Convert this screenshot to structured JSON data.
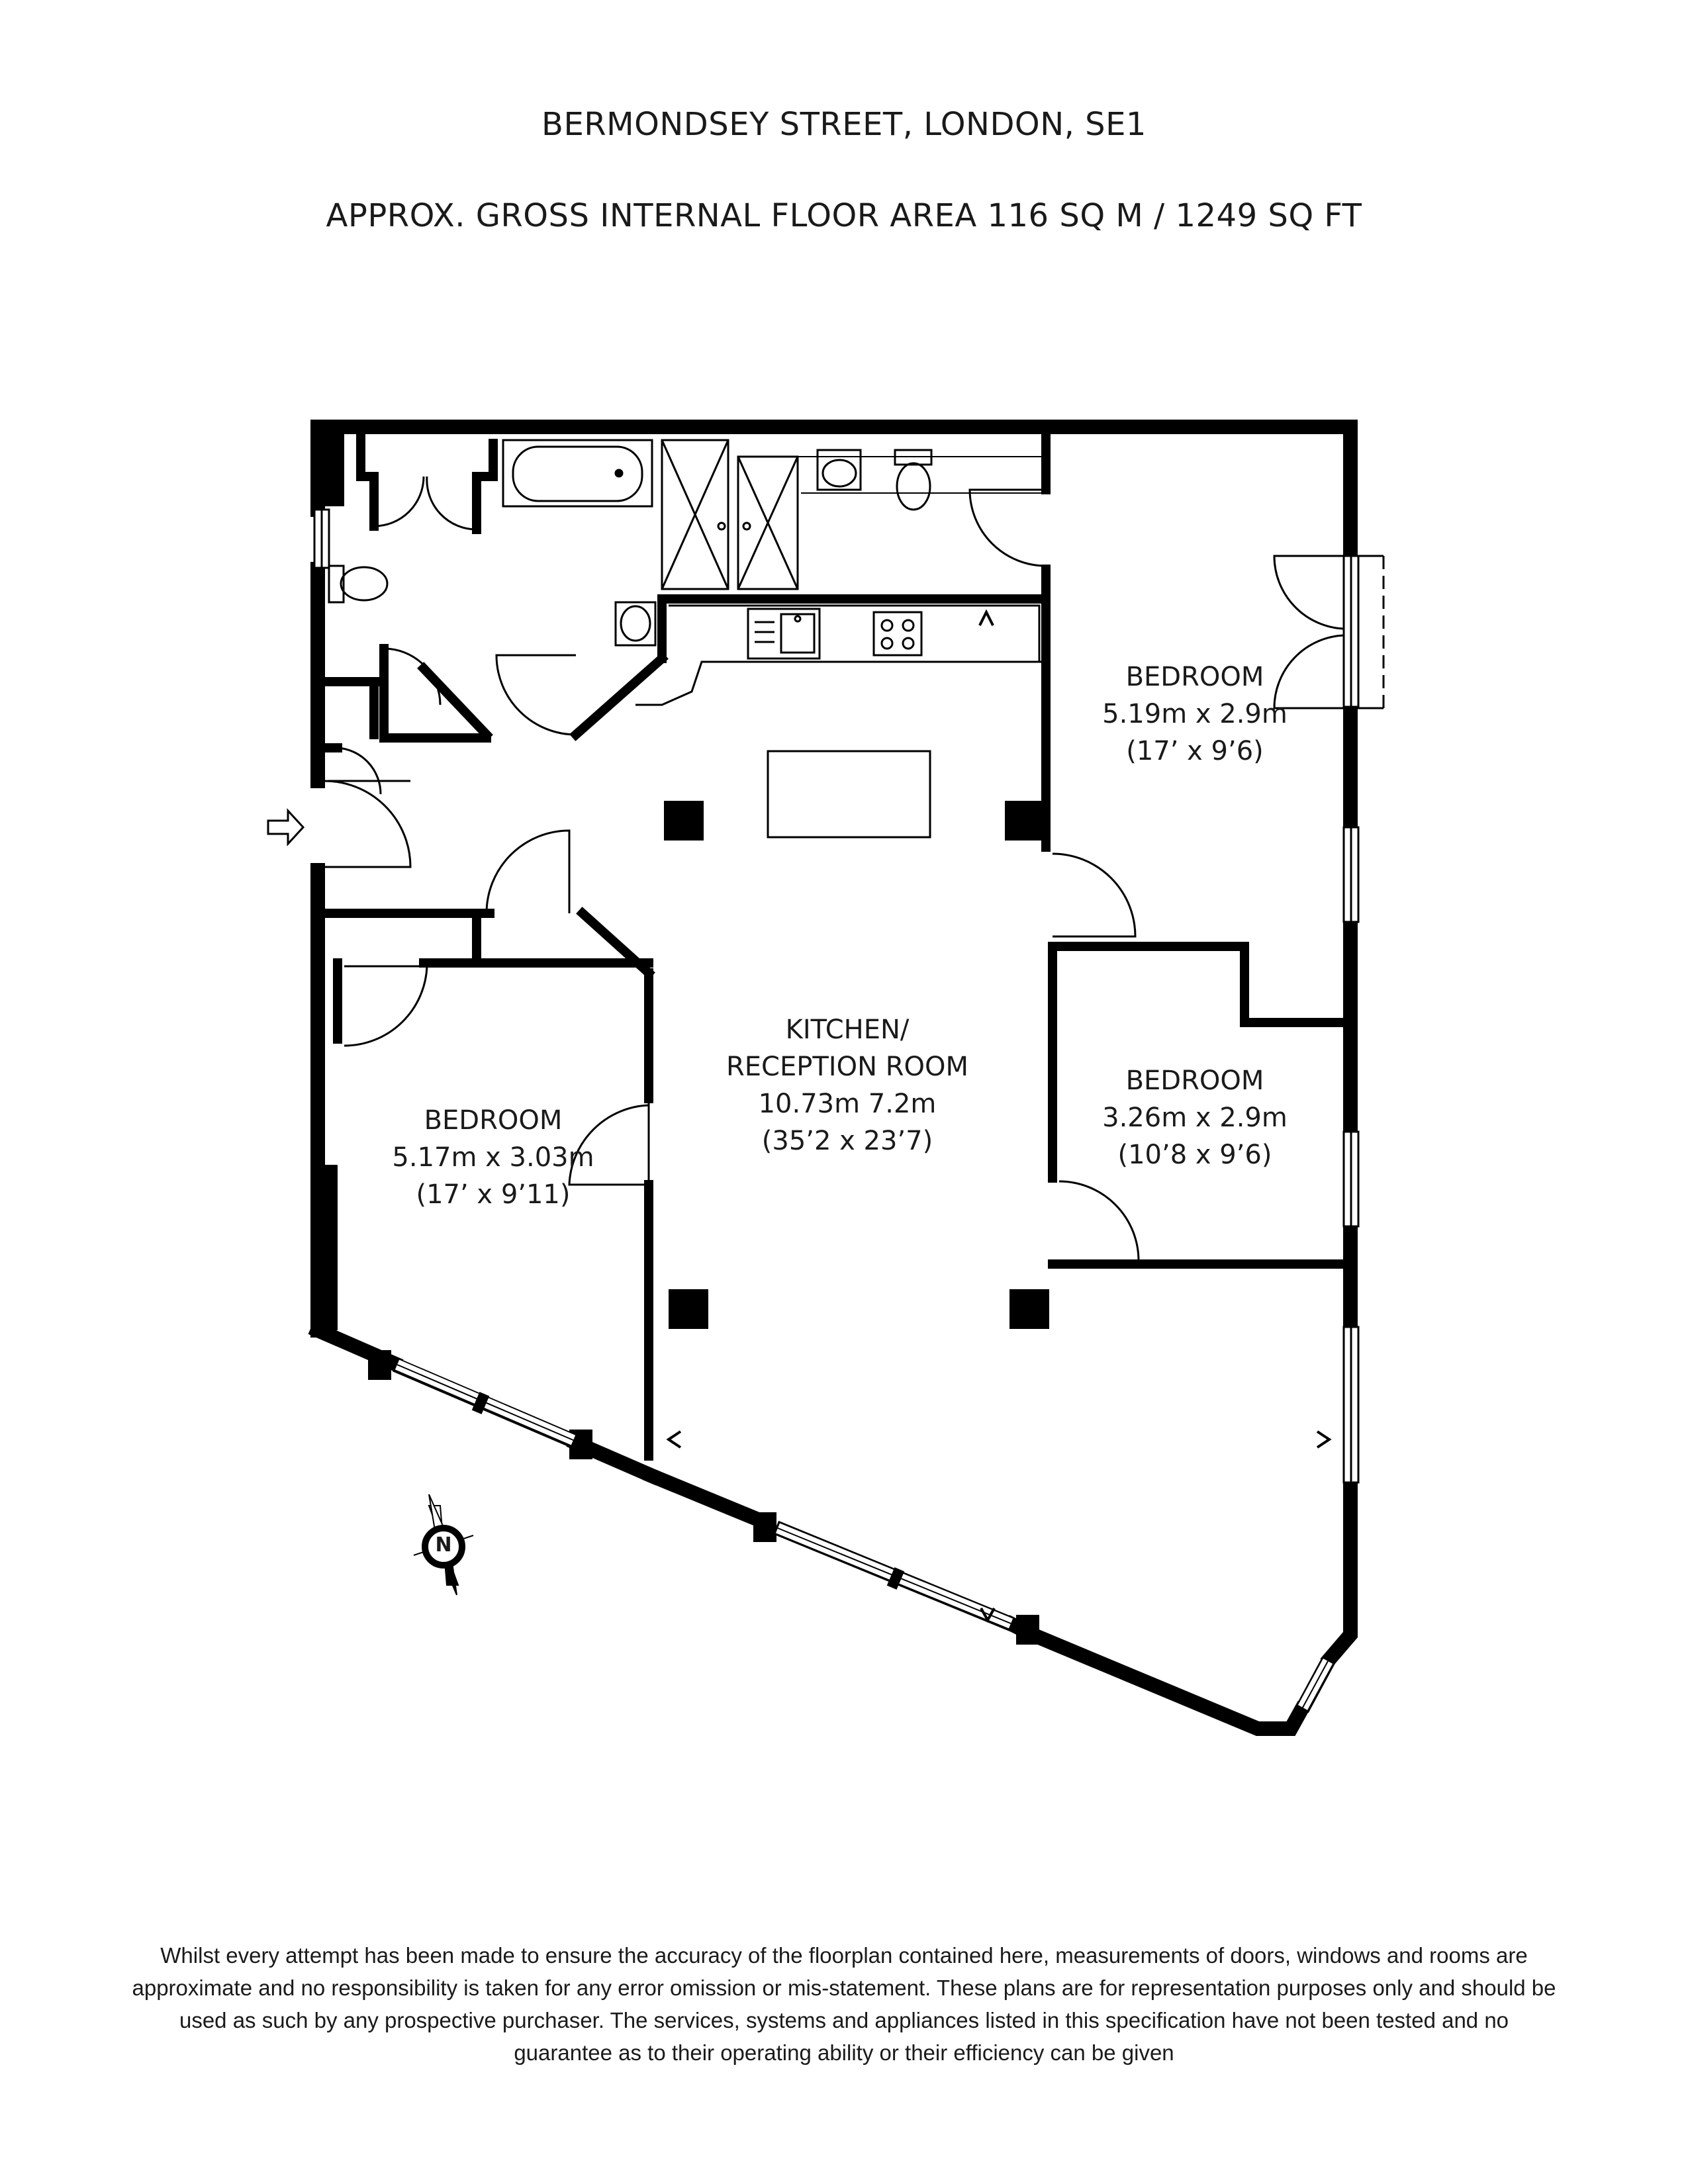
{
  "header": {
    "address": "BERMONDSEY STREET, LONDON, SE1",
    "area": "APPROX. GROSS INTERNAL FLOOR AREA 116 SQ M / 1249 SQ FT"
  },
  "rooms": {
    "kitchen": {
      "name_line1": "KITCHEN/",
      "name_line2": "RECEPTION ROOM",
      "metric": "10.73m 7.2m",
      "imperial": "(35’2 x 23’7)"
    },
    "bedroom_top_right": {
      "name": "BEDROOM",
      "metric": "5.19m x 2.9m",
      "imperial": "(17’ x 9’6)"
    },
    "bedroom_mid_right": {
      "name": "BEDROOM",
      "metric": "3.26m x 2.9m",
      "imperial": "(10’8 x 9’6)"
    },
    "bedroom_left": {
      "name": "BEDROOM",
      "metric": "5.17m x 3.03m",
      "imperial": "(17’ x 9’11)"
    }
  },
  "compass": {
    "label": "N"
  },
  "icons": [
    "entrance-arrow-icon",
    "compass-icon",
    "bath-icon",
    "shower-icon",
    "toilet-icon",
    "basin-icon",
    "sink-icon",
    "hob-icon"
  ],
  "colors": {
    "wall": "#000000",
    "fixture": "#333333",
    "text": "#1a1a1a",
    "background": "#ffffff"
  },
  "disclaimer": {
    "line1": "Whilst every attempt has been made to ensure the accuracy of the floorplan contained here, measurements of doors, windows and rooms are",
    "line2": "approximate and no responsibility is taken for any error omission or mis-statement. These plans are for representation purposes only and should be",
    "line3": "used as such by any prospective purchaser. The services, systems and appliances listed in this specification have not been tested and no",
    "line4": "guarantee as to their operating ability or their efficiency can be given"
  }
}
